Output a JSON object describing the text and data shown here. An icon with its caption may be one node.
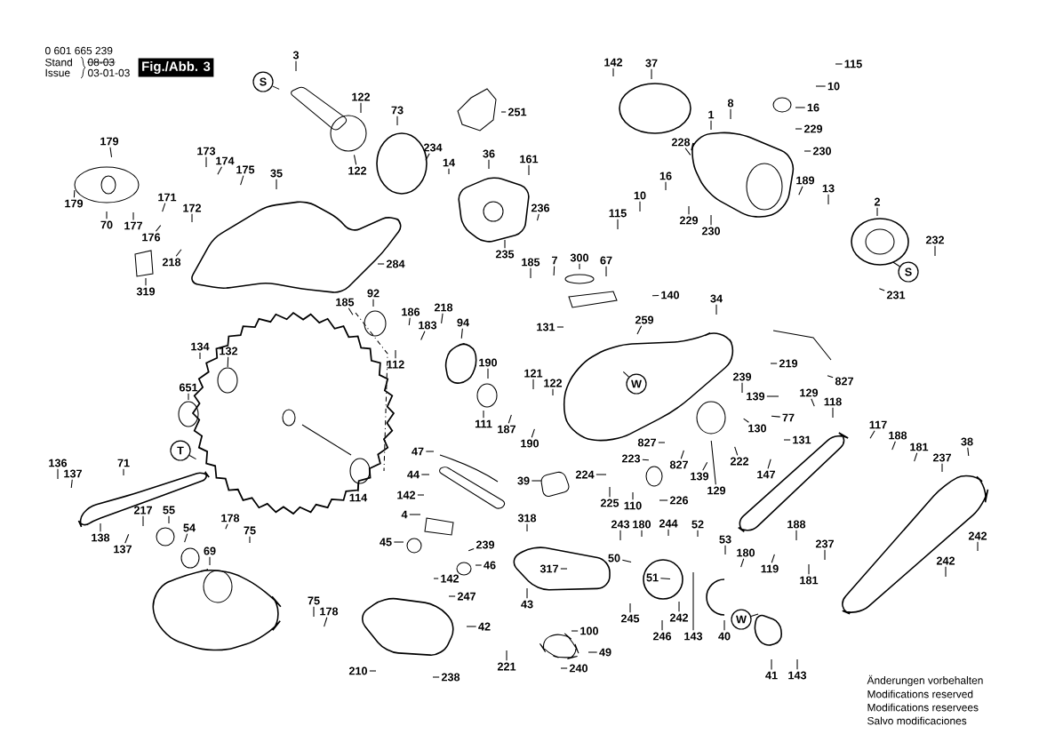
{
  "diagram": {
    "nodes": [
      {
        "text": [
          "3"
        ]
      },
      {
        "text": [
          "S"
        ]
      },
      {
        "text": [
          "122"
        ]
      },
      {
        "text": [
          "122"
        ]
      },
      {
        "text": [
          "73"
        ]
      },
      {
        "text": [
          "251"
        ]
      },
      {
        "text": [
          "234"
        ]
      },
      {
        "text": [
          "14"
        ]
      },
      {
        "text": [
          "36"
        ]
      },
      {
        "text": [
          "161"
        ]
      },
      {
        "text": [
          "236"
        ]
      },
      {
        "text": [
          "235"
        ]
      },
      {
        "text": [
          "179"
        ]
      },
      {
        "text": [
          "179"
        ]
      },
      {
        "text": [
          "70"
        ]
      },
      {
        "text": [
          "173"
        ]
      },
      {
        "text": [
          "174"
        ]
      },
      {
        "text": [
          "175"
        ]
      },
      {
        "text": [
          "35"
        ]
      },
      {
        "text": [
          "171"
        ]
      },
      {
        "text": [
          "172"
        ]
      },
      {
        "text": [
          "177"
        ]
      },
      {
        "text": [
          "176"
        ]
      },
      {
        "text": [
          "218"
        ]
      },
      {
        "text": [
          "319"
        ]
      },
      {
        "text": [
          "284"
        ]
      },
      {
        "text": [
          "142"
        ]
      },
      {
        "text": [
          "37"
        ]
      },
      {
        "text": [
          "115"
        ]
      },
      {
        "text": [
          "10"
        ]
      },
      {
        "text": [
          "16"
        ]
      },
      {
        "text": [
          "1"
        ]
      },
      {
        "text": [
          "8"
        ]
      },
      {
        "text": [
          "229"
        ]
      },
      {
        "text": [
          "230"
        ]
      },
      {
        "text": [
          "228"
        ]
      },
      {
        "text": [
          "16"
        ]
      },
      {
        "text": [
          "10"
        ]
      },
      {
        "text": [
          "115"
        ]
      },
      {
        "text": [
          "229"
        ]
      },
      {
        "text": [
          "230"
        ]
      },
      {
        "text": [
          "189"
        ]
      },
      {
        "text": [
          "13"
        ]
      },
      {
        "text": [
          "2"
        ]
      },
      {
        "text": [
          "232"
        ]
      },
      {
        "text": [
          "S"
        ]
      },
      {
        "text": [
          "231"
        ]
      },
      {
        "text": [
          "185"
        ]
      },
      {
        "text": [
          "7"
        ]
      },
      {
        "text": [
          "300"
        ]
      },
      {
        "text": [
          "67"
        ]
      },
      {
        "text": [
          "140"
        ]
      },
      {
        "text": [
          "34"
        ]
      },
      {
        "text": [
          "259"
        ]
      },
      {
        "text": [
          "131"
        ]
      },
      {
        "text": [
          "219"
        ]
      },
      {
        "text": [
          "827"
        ]
      },
      {
        "text": [
          "239"
        ]
      },
      {
        "text": [
          "W"
        ]
      },
      {
        "text": [
          "139"
        ]
      },
      {
        "text": [
          "129"
        ]
      },
      {
        "text": [
          "77"
        ]
      },
      {
        "text": [
          "130"
        ]
      },
      {
        "text": [
          "131"
        ]
      },
      {
        "text": [
          "118"
        ]
      },
      {
        "text": [
          "827"
        ]
      },
      {
        "text": [
          "827"
        ]
      },
      {
        "text": [
          "139"
        ]
      },
      {
        "text": [
          "222"
        ]
      },
      {
        "text": [
          "129"
        ]
      },
      {
        "text": [
          "147"
        ]
      },
      {
        "text": [
          "117"
        ]
      },
      {
        "text": [
          "188"
        ]
      },
      {
        "text": [
          "181"
        ]
      },
      {
        "text": [
          "237"
        ]
      },
      {
        "text": [
          "38"
        ]
      },
      {
        "text": [
          "223"
        ]
      },
      {
        "text": [
          "224"
        ]
      },
      {
        "text": [
          "225"
        ]
      },
      {
        "text": [
          "110"
        ]
      },
      {
        "text": [
          "226"
        ]
      },
      {
        "text": [
          "39"
        ]
      },
      {
        "text": [
          "185"
        ]
      },
      {
        "text": [
          "92"
        ]
      },
      {
        "text": [
          "186"
        ]
      },
      {
        "text": [
          "218"
        ]
      },
      {
        "text": [
          "183"
        ]
      },
      {
        "text": [
          "94"
        ]
      },
      {
        "text": [
          "112"
        ]
      },
      {
        "text": [
          "134"
        ]
      },
      {
        "text": [
          "132"
        ]
      },
      {
        "text": [
          "651"
        ]
      },
      {
        "text": [
          "190"
        ]
      },
      {
        "text": [
          "121"
        ]
      },
      {
        "text": [
          "122"
        ]
      },
      {
        "text": [
          "111"
        ]
      },
      {
        "text": [
          "187"
        ]
      },
      {
        "text": [
          "190"
        ]
      },
      {
        "text": [
          "T"
        ]
      },
      {
        "text": [
          "71"
        ]
      },
      {
        "text": [
          "136"
        ]
      },
      {
        "text": [
          "137"
        ]
      },
      {
        "text": [
          "114"
        ]
      },
      {
        "text": [
          "47"
        ]
      },
      {
        "text": [
          "44"
        ]
      },
      {
        "text": [
          "142"
        ]
      },
      {
        "text": [
          "4"
        ]
      },
      {
        "text": [
          "45"
        ]
      },
      {
        "text": [
          "239"
        ]
      },
      {
        "text": [
          "46"
        ]
      },
      {
        "text": [
          "142"
        ]
      },
      {
        "text": [
          "247"
        ]
      },
      {
        "text": [
          "42"
        ]
      },
      {
        "text": [
          "210"
        ]
      },
      {
        "text": [
          "238"
        ]
      },
      {
        "text": [
          "221"
        ]
      },
      {
        "text": [
          "100"
        ]
      },
      {
        "text": [
          "49"
        ]
      },
      {
        "text": [
          "240"
        ]
      },
      {
        "text": [
          "318"
        ]
      },
      {
        "text": [
          "317"
        ]
      },
      {
        "text": [
          "43"
        ]
      },
      {
        "text": [
          "243"
        ]
      },
      {
        "text": [
          "180"
        ]
      },
      {
        "text": [
          "244"
        ]
      },
      {
        "text": [
          "52"
        ]
      },
      {
        "text": [
          "53"
        ]
      },
      {
        "text": [
          "180"
        ]
      },
      {
        "text": [
          "50"
        ]
      },
      {
        "text": [
          "51"
        ]
      },
      {
        "text": [
          "245"
        ]
      },
      {
        "text": [
          "246"
        ]
      },
      {
        "text": [
          "242"
        ]
      },
      {
        "text": [
          "143"
        ]
      },
      {
        "text": [
          "40"
        ]
      },
      {
        "text": [
          "W"
        ]
      },
      {
        "text": [
          "41"
        ]
      },
      {
        "text": [
          "143"
        ]
      },
      {
        "text": [
          "188"
        ]
      },
      {
        "text": [
          "119"
        ]
      },
      {
        "text": [
          "237"
        ]
      },
      {
        "text": [
          "181"
        ]
      },
      {
        "text": [
          "242"
        ]
      },
      {
        "text": [
          "242"
        ]
      },
      {
        "text": [
          "138"
        ]
      },
      {
        "text": [
          "137"
        ]
      },
      {
        "text": [
          "217"
        ]
      },
      {
        "text": [
          "55"
        ]
      },
      {
        "text": [
          "54"
        ]
      },
      {
        "text": [
          "69"
        ]
      },
      {
        "text": [
          "178"
        ]
      },
      {
        "text": [
          "75"
        ]
      },
      {
        "text": [
          "75"
        ]
      },
      {
        "text": [
          "178"
        ]
      }
    ],
    "edges": [
      {
        "from": 0,
        "to": null,
        "arrow": "none"
      },
      {
        "from": 1,
        "to": null,
        "arrow": "none"
      },
      {
        "from": 2,
        "to": null,
        "arrow": "none"
      },
      {
        "from": 3,
        "to": null,
        "arrow": "none"
      },
      {
        "from": 4,
        "to": null,
        "arrow": "none"
      },
      {
        "from": 5,
        "to": null,
        "arrow": "none"
      },
      {
        "from": 6,
        "to": null,
        "arrow": "none"
      },
      {
        "from": 7,
        "to": null,
        "arrow": "none"
      },
      {
        "from": 8,
        "to": null,
        "arrow": "none"
      },
      {
        "from": 9,
        "to": null,
        "arrow": "none"
      },
      {
        "from": 10,
        "to": null,
        "arrow": "none"
      },
      {
        "from": 11,
        "to": null,
        "arrow": "none"
      },
      {
        "from": 12,
        "to": null,
        "arrow": "none"
      },
      {
        "from": 13,
        "to": null,
        "arrow": "none"
      },
      {
        "from": 14,
        "to": null,
        "arrow": "none"
      },
      {
        "from": 15,
        "to": null,
        "arrow": "none"
      },
      {
        "from": 16,
        "to": null,
        "arrow": "none"
      },
      {
        "from": 17,
        "to": null,
        "arrow": "none"
      },
      {
        "from": 18,
        "to": null,
        "arrow": "none"
      },
      {
        "from": 19,
        "to": null,
        "arrow": "none"
      },
      {
        "from": 20,
        "to": null,
        "arrow": "none"
      },
      {
        "from": 21,
        "to": null,
        "arrow": "none"
      },
      {
        "from": 22,
        "to": null,
        "arrow": "none"
      },
      {
        "from": 23,
        "to": null,
        "arrow": "none"
      },
      {
        "from": 24,
        "to": null,
        "arrow": "none"
      },
      {
        "from": 25,
        "to": null,
        "arrow": "none"
      },
      {
        "from": 26,
        "to": null,
        "arrow": "none"
      },
      {
        "from": 27,
        "to": null,
        "arrow": "none"
      },
      {
        "from": 28,
        "to": null,
        "arrow": "none"
      },
      {
        "from": 29,
        "to": null,
        "arrow": "none"
      },
      {
        "from": 30,
        "to": null,
        "arrow": "none"
      },
      {
        "from": 31,
        "to": null,
        "arrow": "none"
      },
      {
        "from": 32,
        "to": null,
        "arrow": "none"
      },
      {
        "from": 33,
        "to": null,
        "arrow": "none"
      },
      {
        "from": 34,
        "to": null,
        "arrow": "none"
      },
      {
        "from": 35,
        "to": null,
        "arrow": "none"
      },
      {
        "from": 36,
        "to": null,
        "arrow": "none"
      },
      {
        "from": 37,
        "to": null,
        "arrow": "none"
      },
      {
        "from": 38,
        "to": null,
        "arrow": "none"
      },
      {
        "from": 39,
        "to": null,
        "arrow": "none"
      },
      {
        "from": 40,
        "to": null,
        "arrow": "none"
      },
      {
        "from": 41,
        "to": null,
        "arrow": "none"
      },
      {
        "from": 42,
        "to": null,
        "arrow": "none"
      },
      {
        "from": 43,
        "to": null,
        "arrow": "none"
      },
      {
        "from": 44,
        "to": null,
        "arrow": "none"
      },
      {
        "from": 45,
        "to": null,
        "arrow": "none"
      },
      {
        "from": 46,
        "to": null,
        "arrow": "none"
      },
      {
        "from": 47,
        "to": null,
        "arrow": "none"
      },
      {
        "from": 48,
        "to": null,
        "arrow": "none"
      },
      {
        "from": 49,
        "to": null,
        "arrow": "none"
      },
      {
        "from": 50,
        "to": null,
        "arrow": "none"
      },
      {
        "from": 51,
        "to": null,
        "arrow": "none"
      },
      {
        "from": 52,
        "to": null,
        "arrow": "none"
      },
      {
        "from": 53,
        "to": null,
        "arrow": "none"
      },
      {
        "from": 54,
        "to": null,
        "arrow": "none"
      },
      {
        "from": 55,
        "to": null,
        "arrow": "none"
      },
      {
        "from": 56,
        "to": null,
        "arrow": "none"
      },
      {
        "from": 57,
        "to": null,
        "arrow": "none"
      },
      {
        "from": 58,
        "to": null,
        "arrow": "none"
      },
      {
        "from": 59,
        "to": null,
        "arrow": "none"
      },
      {
        "from": 60,
        "to": null,
        "arrow": "none"
      },
      {
        "from": 61,
        "to": null,
        "arrow": "none"
      },
      {
        "from": 62,
        "to": null,
        "arrow": "none"
      },
      {
        "from": 63,
        "to": null,
        "arrow": "none"
      },
      {
        "from": 64,
        "to": null,
        "arrow": "none"
      },
      {
        "from": 65,
        "to": null,
        "arrow": "none"
      },
      {
        "from": 66,
        "to": null,
        "arrow": "none"
      },
      {
        "from": 67,
        "to": null,
        "arrow": "none"
      },
      {
        "from": 68,
        "to": null,
        "arrow": "none"
      },
      {
        "from": 69,
        "to": null,
        "arrow": "none"
      },
      {
        "from": 70,
        "to": null,
        "arrow": "none"
      },
      {
        "from": 71,
        "to": null,
        "arrow": "none"
      },
      {
        "from": 72,
        "to": null,
        "arrow": "none"
      },
      {
        "from": 73,
        "to": null,
        "arrow": "none"
      },
      {
        "from": 74,
        "to": null,
        "arrow": "none"
      },
      {
        "from": 75,
        "to": null,
        "arrow": "none"
      },
      {
        "from": 76,
        "to": null,
        "arrow": "none"
      },
      {
        "from": 77,
        "to": null,
        "arrow": "none"
      },
      {
        "from": 78,
        "to": null,
        "arrow": "none"
      },
      {
        "from": 79,
        "to": null,
        "arrow": "none"
      },
      {
        "from": 80,
        "to": null,
        "arrow": "none"
      },
      {
        "from": 81,
        "to": null,
        "arrow": "none"
      },
      {
        "from": 82,
        "to": null,
        "arrow": "none"
      },
      {
        "from": 83,
        "to": null,
        "arrow": "none"
      },
      {
        "from": 84,
        "to": null,
        "arrow": "none"
      },
      {
        "from": 85,
        "to": null,
        "arrow": "none"
      },
      {
        "from": 86,
        "to": null,
        "arrow": "none"
      },
      {
        "from": 87,
        "to": null,
        "arrow": "none"
      },
      {
        "from": 88,
        "to": null,
        "arrow": "none"
      },
      {
        "from": 89,
        "to": null,
        "arrow": "none"
      },
      {
        "from": 90,
        "to": null,
        "arrow": "none"
      },
      {
        "from": 91,
        "to": null,
        "arrow": "none"
      },
      {
        "from": 92,
        "to": null,
        "arrow": "none"
      },
      {
        "from": 93,
        "to": null,
        "arrow": "none"
      },
      {
        "from": 94,
        "to": null,
        "arrow": "none"
      },
      {
        "from": 95,
        "to": null,
        "arrow": "none"
      },
      {
        "from": 96,
        "to": null,
        "arrow": "none"
      },
      {
        "from": 97,
        "to": null,
        "arrow": "none"
      },
      {
        "from": 98,
        "to": null,
        "arrow": "none"
      },
      {
        "from": 99,
        "to": null,
        "arrow": "none"
      },
      {
        "from": 100,
        "to": null,
        "arrow": "none"
      },
      {
        "from": 101,
        "to": null,
        "arrow": "none"
      },
      {
        "from": 102,
        "to": null,
        "arrow": "none"
      },
      {
        "from": 103,
        "to": null,
        "arrow": "none"
      },
      {
        "from": 104,
        "to": null,
        "arrow": "none"
      },
      {
        "from": 105,
        "to": null,
        "arrow": "none"
      },
      {
        "from": 106,
        "to": null,
        "arrow": "none"
      },
      {
        "from": 107,
        "to": null,
        "arrow": "none"
      },
      {
        "from": 108,
        "to": null,
        "arrow": "none"
      },
      {
        "from": 109,
        "to": null,
        "arrow": "none"
      },
      {
        "from": 110,
        "to": null,
        "arrow": "none"
      },
      {
        "from": 111,
        "to": null,
        "arrow": "none"
      },
      {
        "from": 112,
        "to": null,
        "arrow": "none"
      },
      {
        "from": 113,
        "to": null,
        "arrow": "none"
      },
      {
        "from": 114,
        "to": null,
        "arrow": "none"
      },
      {
        "from": 115,
        "to": null,
        "arrow": "none"
      },
      {
        "from": 116,
        "to": null,
        "arrow": "none"
      },
      {
        "from": 117,
        "to": null,
        "arrow": "none"
      },
      {
        "from": 118,
        "to": null,
        "arrow": "none"
      },
      {
        "from": 119,
        "to": null,
        "arrow": "none"
      },
      {
        "from": 120,
        "to": null,
        "arrow": "none"
      },
      {
        "from": 121,
        "to": null,
        "arrow": "none"
      },
      {
        "from": 122,
        "to": null,
        "arrow": "none"
      },
      {
        "from": 123,
        "to": null,
        "arrow": "none"
      },
      {
        "from": 124,
        "to": null,
        "arrow": "none"
      },
      {
        "from": 125,
        "to": null,
        "arrow": "none"
      },
      {
        "from": 126,
        "to": null,
        "arrow": "none"
      },
      {
        "from": 127,
        "to": null,
        "arrow": "none"
      },
      {
        "from": 128,
        "to": null,
        "arrow": "none"
      },
      {
        "from": 129,
        "to": null,
        "arrow": "none"
      },
      {
        "from": 130,
        "to": null,
        "arrow": "none"
      },
      {
        "from": 131,
        "to": null,
        "arrow": "none"
      },
      {
        "from": 132,
        "to": null,
        "arrow": "none"
      },
      {
        "from": 133,
        "to": null,
        "arrow": "none"
      },
      {
        "from": 134,
        "to": null,
        "arrow": "none"
      },
      {
        "from": 135,
        "to": null,
        "arrow": "none"
      },
      {
        "from": 136,
        "to": null,
        "arrow": "none"
      },
      {
        "from": 137,
        "to": null,
        "arrow": "none"
      },
      {
        "from": 138,
        "to": null,
        "arrow": "none"
      },
      {
        "from": 139,
        "to": null,
        "arrow": "none"
      },
      {
        "from": 140,
        "to": null,
        "arrow": "none"
      },
      {
        "from": 141,
        "to": null,
        "arrow": "none"
      },
      {
        "from": 142,
        "to": null,
        "arrow": "none"
      },
      {
        "from": 143,
        "to": null,
        "arrow": "none"
      },
      {
        "from": 144,
        "to": null,
        "arrow": "none"
      },
      {
        "from": 145,
        "to": null,
        "arrow": "none"
      },
      {
        "from": 146,
        "to": null,
        "arrow": "none"
      },
      {
        "from": 147,
        "to": null,
        "arrow": "none"
      },
      {
        "from": 148,
        "to": null,
        "arrow": "none"
      },
      {
        "from": 149,
        "to": null,
        "arrow": "none"
      },
      {
        "from": 150,
        "to": null,
        "arrow": "none"
      },
      {
        "from": 151,
        "to": null,
        "arrow": "none"
      },
      {
        "from": 152,
        "to": null,
        "arrow": "none"
      },
      {
        "from": 153,
        "to": null,
        "arrow": "none"
      }
    ],
    "labels": [
      "0 601 665 239",
      "Stand",
      "Issue",
      "08-03",
      "03-01-03",
      "Fig./Abb. 3",
      "Änderungen vorbehalten",
      "Modifications reserved",
      "Modifications reservees",
      "Salvo modificaciones"
    ]
  }
}
